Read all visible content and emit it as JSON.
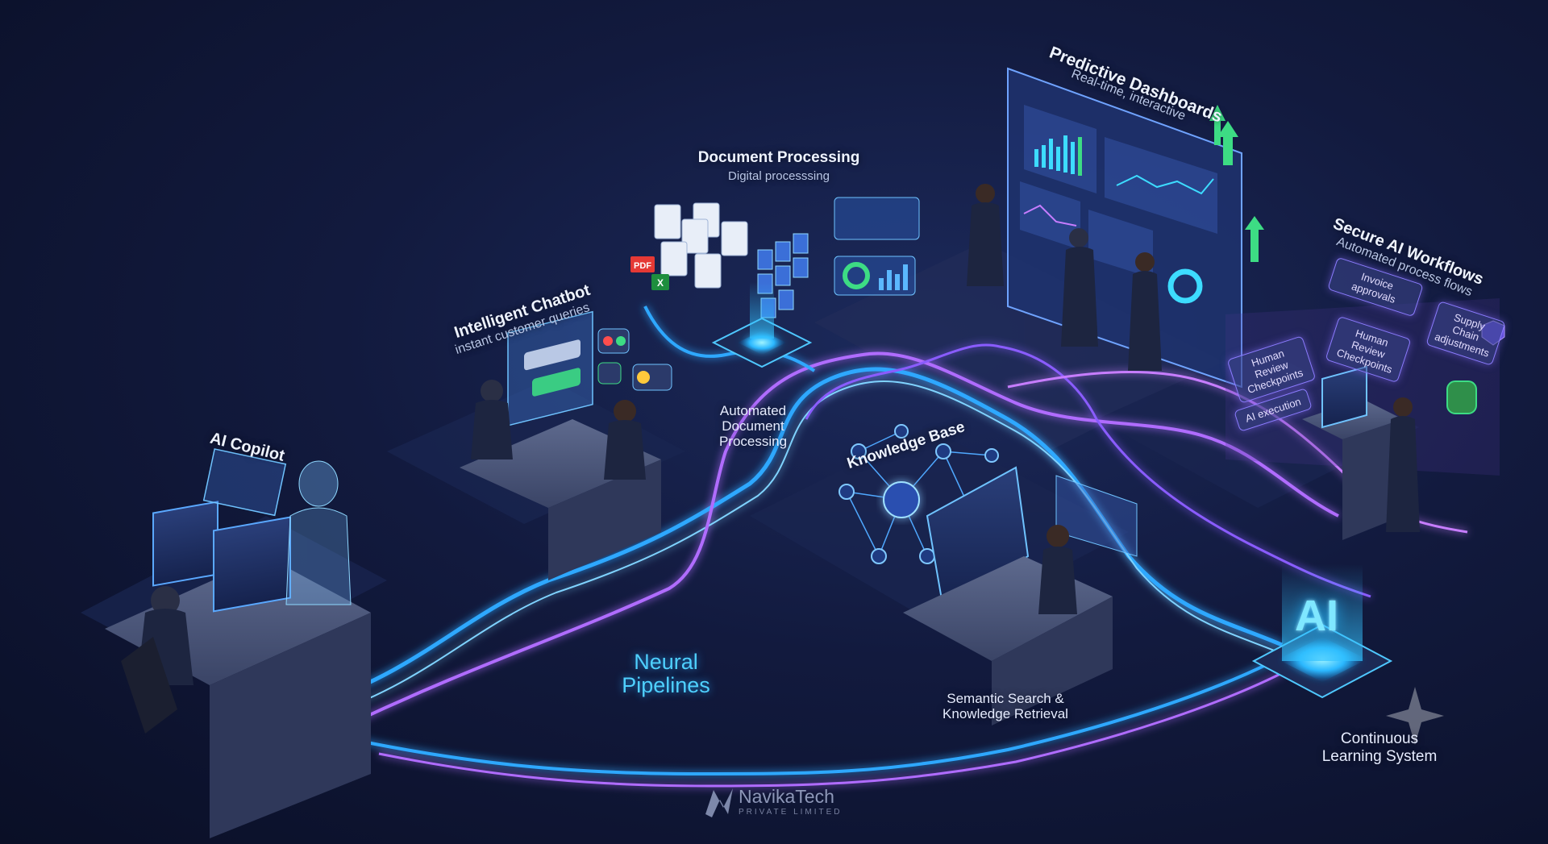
{
  "colors": {
    "pipeline_blue": "#2fa8ff",
    "pipeline_violet": "#b06cff",
    "background": "#121a3e",
    "accent_green": "#3ddc84"
  },
  "labels": {
    "ai_copilot": "AI Copilot",
    "chatbot_title": "Intelligent Chatbot",
    "chatbot_sub": "instant customer queries",
    "doc_title": "Document Processing",
    "doc_sub": "Digital processsing",
    "doc_caption_1": "Automated",
    "doc_caption_2": "Document",
    "doc_caption_3": "Processing",
    "dash_title": "Predictive Dashboards",
    "dash_sub": "Real-time, interactive",
    "workflows_title": "Secure AI Workflows",
    "workflows_sub": "Automated process flows",
    "kb_title": "Knowledge Base",
    "neural_1": "Neural",
    "neural_2": "Pipelines",
    "search_1": "Semantic Search &",
    "search_2": "Knowledge Retrieval",
    "ai_chip": "AI",
    "learning_1": "Continuous",
    "learning_2": "Learning System"
  },
  "workflow_cards": {
    "invoice": "Invoice approvals",
    "supply": "Supply Chain adjustments",
    "human_review_center": "Human Review Checkpoints",
    "human_review_left": "Human Review Checkpoints",
    "ai_execution": "AI execution"
  },
  "document_icons": {
    "pdf": "PDF",
    "excel": "X"
  },
  "logo": {
    "name": "NavikaTech",
    "tagline": "PRIVATE LIMITED"
  }
}
